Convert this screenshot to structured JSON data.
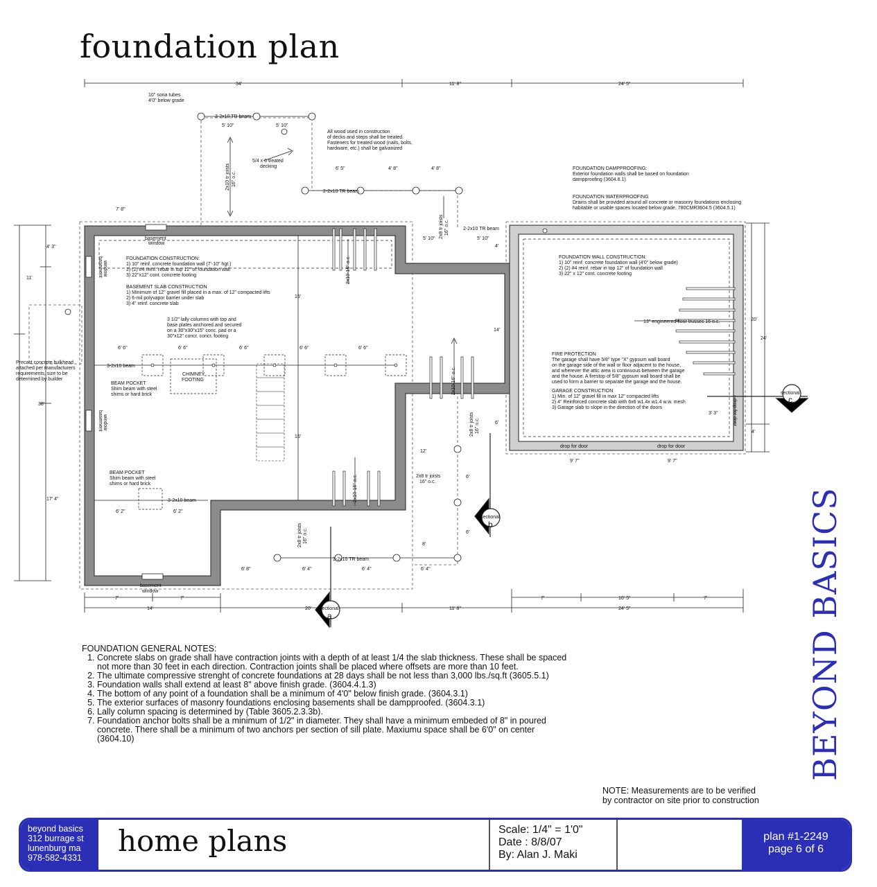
{
  "title": "foundation plan",
  "dims": {
    "top_34": "34'",
    "top_11_8": "11' 8\"",
    "top_24_5": "24' 5\"",
    "sona_tubes": [
      "10\" sona tubes",
      "4'0\" below grade"
    ],
    "beam_top": "3-2x10 TR beam",
    "d_5_10a": "5' 10\"",
    "d_5_10b": "5' 10\"",
    "wood_note": [
      "All wood used in construction",
      "of decks and steps shall be treated.",
      "Fasteners for treated wood (nails, bolts,",
      "hardware, etc.) shall be galvanized"
    ],
    "decking": [
      "5/4 x 6 treated",
      "decking"
    ],
    "joists_deck": [
      "2x10 tr joists",
      "16\" o.c."
    ],
    "d_6_5": "6' 5\"",
    "d_4_8a": "4' 8\"",
    "d_4_8b": "4' 8\"",
    "beam_mid": "2-2x10 TR beam",
    "d_7_8": "7' 8\"",
    "beam_right": "2-2x10 TR beam",
    "joists_right": [
      "2x8 tr joists",
      "16\" o.c."
    ],
    "d_5_10c": "5' 10\"",
    "d_5_10d": "5' 10\"",
    "d_4": "4'",
    "d_4_3": "4' 3\"",
    "d_11": "11'",
    "d_38": "38'",
    "d_17_4": "17' 4\"",
    "d_15a": "15'",
    "d_15b": "15'",
    "d_14": "14'",
    "d_20": "20'",
    "d_24": "24'",
    "d_6_6": [
      "6' 6\"",
      "6' 6\"",
      "6' 6\"",
      "6' 6\"",
      "6' 6\""
    ],
    "d_3_3": "3' 3\"",
    "d_4b": "4'",
    "d_6": "6'",
    "d_12": "12'",
    "d_6b": "6'",
    "d_6c": "6'",
    "d_8": "8'",
    "d_6_4": "6' 4\"",
    "d_6_2a": "6' 2\"",
    "d_6_2b": "6' 2\"",
    "bottom_row1": [
      "7'",
      "7'",
      "7'",
      "10' 5\"",
      "7'"
    ],
    "bottom_row2": [
      "14'",
      "20'",
      "11' 8\"",
      "24' 5\""
    ],
    "beam_bot": "3-2x10 TR beam",
    "bot_seg": [
      "6' 8\"",
      "6' 4\"",
      "6' 4\"",
      "6' 4\""
    ],
    "d_9_7a": "9' 7\"",
    "d_9_7b": "9' 7\""
  },
  "labels": {
    "basement_window": [
      "basement",
      "window"
    ],
    "foundation_construction": [
      "FOUNDATION CONSTRUCTION:",
      "1) 10\" reinf. concrete foundation wall (7'-10\" hgt.)",
      "2) (2) #4 reinf. rebar in top 12\" of foundation wall",
      "3) 22\"x12\" cont. concrete footing"
    ],
    "slab_construction": [
      "BASEMENT SLAB CONSTRUCTION",
      "1) Minimum of 12\" gravel fill placed in a max. of 12\" compacted lifts",
      "2) 6-mil polyvapor barrier under slab",
      "3) 4\" reinf. concrete slab"
    ],
    "lally": [
      "3 1/2\" lally columns with top and",
      "base plates anchored and secured",
      "on a 30\"x30\"x15\" conc. pad or a",
      "30\"x12\" concr. concr. footing"
    ],
    "bulkhead": [
      "Precast concrete bulkhead",
      "attached per manufacturers",
      "requirements, size to be",
      "determined by builder"
    ],
    "beam_main": "3-2x10 beam",
    "chimney": [
      "CHIMNEY",
      "FOOTING"
    ],
    "beam_pocket1": [
      "BEAM POCKET",
      "Shim beam with steel",
      "shims or hard brick"
    ],
    "beam_pocket2": [
      "BEAM POCKET",
      "Shim beam with steel",
      "shims or hard brick"
    ],
    "beam_lower": "3-2x10 beam",
    "joists_a": "2x10-16\" o.c.",
    "joists_b": "2x10-16\" o.c.",
    "joists_c": "2x10-16\" o.c.",
    "joists_porch": [
      "2x8 tr joists",
      "16\" o.c."
    ],
    "joists_porch2": [
      "2x8 tr joists",
      "16\" o.c."
    ],
    "joists_porch3": [
      "2x8 tr joists",
      "16\" o.c."
    ],
    "dampproofing": [
      "FOUNDATION DAMPPROOFING:",
      "Exterior foundation walls shall be based on foundation",
      "dampproofing (3604.6.1)"
    ],
    "waterproofing": [
      "FOUNDATION WATERPROOFING",
      "Drains shall be provided around all concrete or masonry foundations enclosing",
      "habitable or usable spaces located below grade. 780CMR3604.5 (3604.5.1)"
    ],
    "garage_wall": [
      "FOUNDATION WALL CONSTRUCTION:",
      "1) 10\" reinf. concrete foundation wall (4'0\" below grade)",
      "2) (2) #4 reinf. rebar in top 12\" of foundation wall",
      "3) 22\" x 12\" cont. concrete footing"
    ],
    "trusses": "13\" engineered floor trusses 16 o.c.",
    "fire": [
      "FIRE PROTECTION",
      "The garage shall have 5/8\" type \"X\" gypsum wall board",
      "on the garage side of the wall or floor adjacent to the house,",
      "and wherever the attic area is continuous between the garage",
      "and the house.  A firestop of 5/8\" gypsum wall board shall be",
      "used to form a barrier to separate the garage and the house."
    ],
    "garage": [
      "GARAGE CONSTRUCTION",
      "1) Min. of 12\" gravel fill in max 12\" compacted lifts",
      "2) 4\" Reinforced concrete slab with 6x6 w1.4x w1.4 w.w. mesh",
      "3) Garage slab to slope in the direction of the doors"
    ],
    "drop_door": "drop for door",
    "sectional": "sectional",
    "sec_a": "a",
    "sec_b": "b",
    "sec_c": "c"
  },
  "notes": {
    "heading": "FOUNDATION GENERAL NOTES:",
    "items": [
      "Concrete slabs on grade shall have contraction joints with a depth of at least 1/4 the slab thickness. These shall be spaced not more than 30 feet in each direction.  Contraction joints shall be placed where offsets are more than 10 feet.",
      "The ultimate compressive strenght of concrete foundations at 28 days shall be not less than 3,000 lbs./sq.ft (3605.5.1)",
      "Foundation walls shall extend at least 8\" above finish grade. (3604.4.1.3)",
      "The bottom of any point of a foundation shall be a minimum of 4'0\" below finish grade. (3604.3.1)",
      "The exterior surfaces of masonry foundations enclosing basements shall be dampproofed. (3604.3.1)",
      "Lally column spacing is determined by (Table 3605.2.3.3b).",
      "Foundation anchor bolts shall be a minimum of 1/2\" in diameter.  They shall have a minimum embeded of 8\" in poured concrete.  There shall be a minimum of two anchors per section of sill plate.  Maxiumu space shall be 6'0\" on center (3604.10)"
    ]
  },
  "note_measure": [
    "NOTE:  Measurements are to be verified",
    "by contractor on site prior to construction"
  ],
  "brand": "BEYOND BASICS",
  "titleblock": {
    "company": [
      "beyond basics",
      "312 burrage st",
      "lunenburg ma",
      "978-582-4331"
    ],
    "name": "home plans",
    "scale": "Scale: 1/4\" = 1'0\"",
    "date": "Date : 8/8/07",
    "by": "By: Alan J. Maki",
    "plan": "plan #1-2249",
    "page": "page 6 of 6"
  },
  "colors": {
    "brand": "#2b2fb6",
    "wall": "#8c8c8c",
    "line": "#222222"
  }
}
